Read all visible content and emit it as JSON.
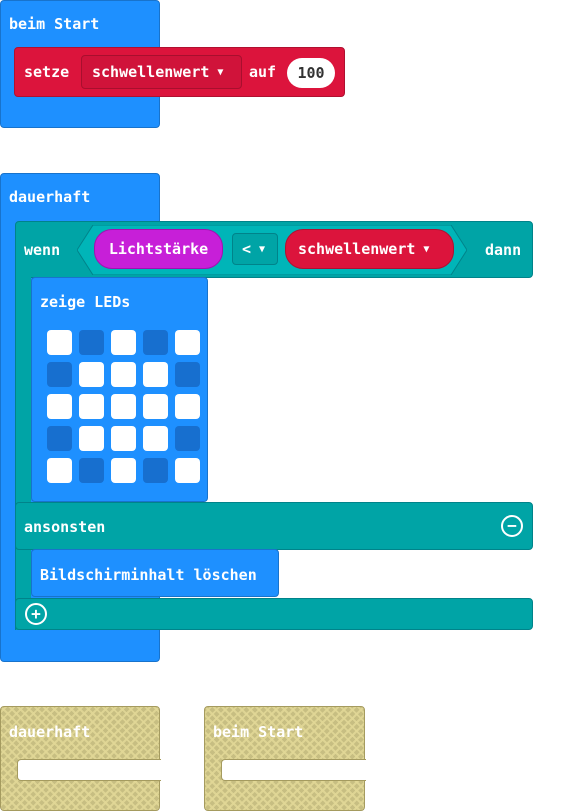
{
  "on_start": {
    "label": "beim Start",
    "set_block": {
      "keyword": "setze",
      "variable": "schwellenwert",
      "to_label": "auf",
      "value": "100"
    }
  },
  "forever": {
    "label": "dauerhaft",
    "if_block": {
      "if_label": "wenn",
      "condition": {
        "left": "Lichtstärke",
        "operator": "<",
        "right": "schwellenwert"
      },
      "then_label": "dann",
      "show_leds": {
        "label": "zeige LEDs",
        "grid": [
          [
            1,
            0,
            1,
            0,
            1
          ],
          [
            0,
            1,
            1,
            1,
            0
          ],
          [
            1,
            1,
            1,
            1,
            1
          ],
          [
            0,
            1,
            1,
            1,
            0
          ],
          [
            1,
            0,
            1,
            0,
            1
          ]
        ]
      },
      "else_label": "ansonsten",
      "clear_screen_label": "Bildschirminhalt löschen"
    }
  },
  "disabled_blocks": [
    {
      "label": "dauerhaft"
    },
    {
      "label": "beim Start"
    }
  ],
  "colors": {
    "basic_blue": "#1e90ff",
    "variable_red": "#dc143c",
    "logic_teal": "#00a4a6",
    "input_magenta": "#c71fd8",
    "disabled_khaki": "#c7be82"
  }
}
